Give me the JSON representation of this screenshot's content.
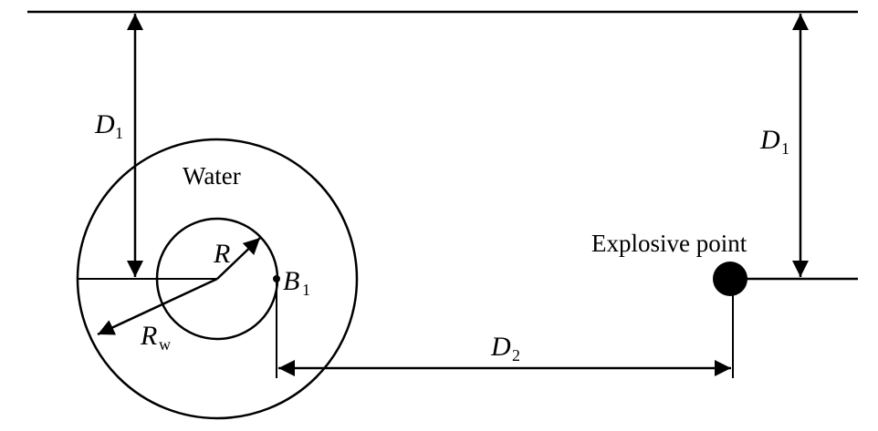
{
  "diagram": {
    "labels": {
      "water": "Water",
      "explosive_point": "Explosive point",
      "d1_left_main": "D",
      "d1_left_sub": "1",
      "d1_right_main": "D",
      "d1_right_sub": "1",
      "r_inner_main": "R",
      "r_outer_main": "R",
      "r_outer_sub": "w",
      "b1_main": "B",
      "b1_sub": "1",
      "d2_main": "D",
      "d2_sub": "2"
    },
    "colors": {
      "line": "#000000",
      "background": "#ffffff"
    }
  }
}
